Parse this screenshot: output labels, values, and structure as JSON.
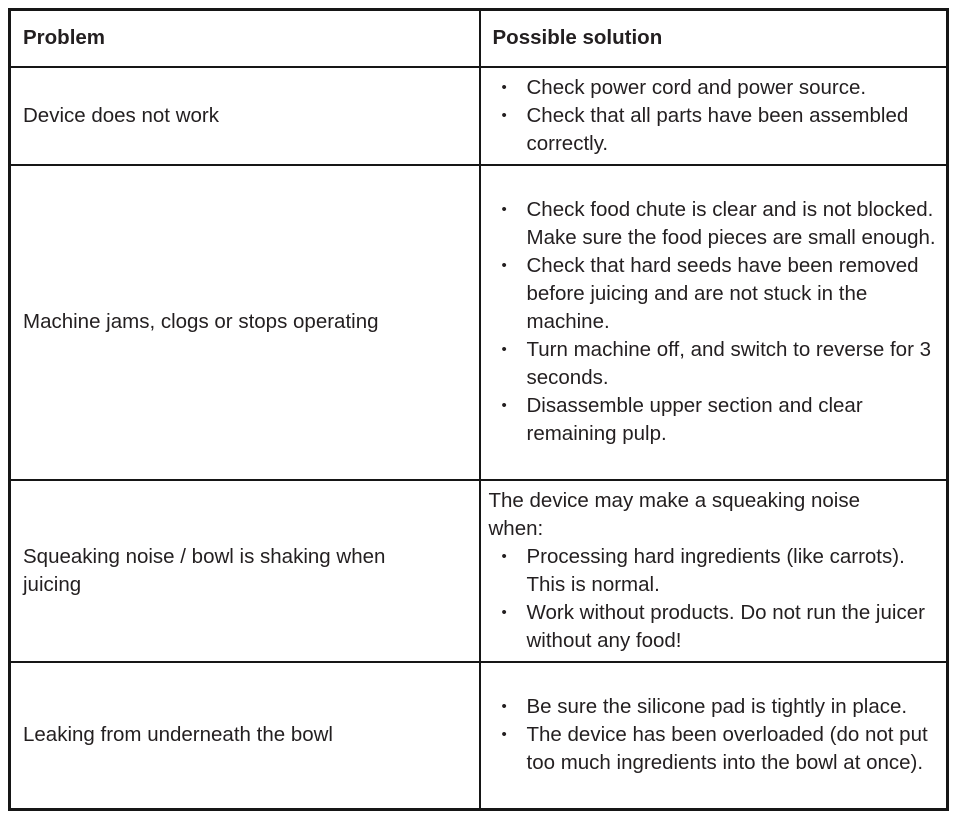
{
  "table": {
    "bullet_char": "•",
    "headers": [
      {
        "label": "Problem"
      },
      {
        "label": "Possible solution"
      }
    ],
    "rows": [
      {
        "problem": "Device does not work",
        "intro": "",
        "bullets": [
          "Check power cord and power source.",
          "Check that all parts have been assembled correctly."
        ]
      },
      {
        "problem": "Machine jams, clogs or stops operating",
        "intro": "",
        "bullets": [
          "Check food chute is clear and is not blocked. Make sure the food pieces are small enough.",
          "Check that hard seeds have been removed before juicing and are not stuck in the machine.",
          "Turn machine off, and switch to reverse for 3 seconds.",
          "Disassemble upper section and clear remaining pulp."
        ]
      },
      {
        "problem": "Squeaking noise / bowl is shaking when juicing",
        "intro": "The device may make a squeaking noise when:",
        "bullets": [
          "Processing hard ingredients (like carrots). This is normal.",
          "Work without products. Do not run the juicer without any food!"
        ]
      },
      {
        "problem": "Leaking from underneath the bowl",
        "intro": "",
        "bullets": [
          "Be sure the silicone pad is tightly in place.",
          "The device has been overloaded (do not put too much ingredients into the bowl at once)."
        ]
      }
    ]
  }
}
